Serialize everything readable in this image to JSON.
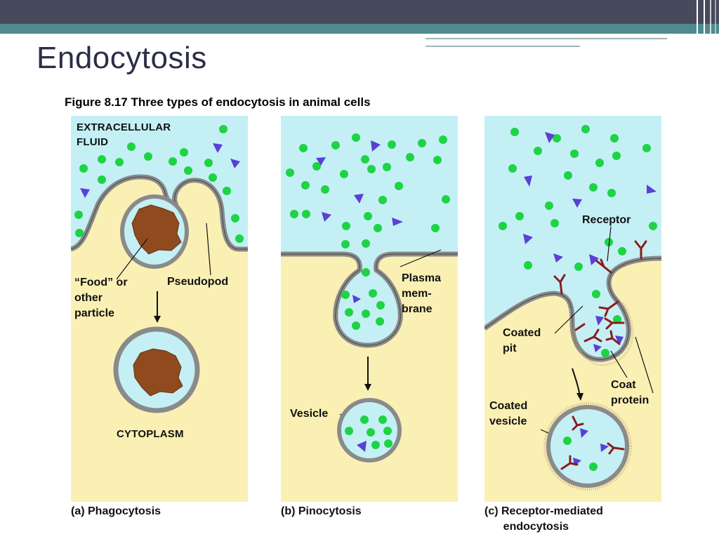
{
  "slide": {
    "title": "Endocytosis"
  },
  "figure": {
    "title": "Figure 8.17  Three types of endocytosis in animal cells",
    "panel_a": {
      "caption": "(a) Phagocytosis",
      "extracellular_label_1": "EXTRACELLULAR",
      "extracellular_label_2": "FLUID",
      "food_label": "“Food” or\nother\nparticle",
      "pseudopod_label": "Pseudopod",
      "cytoplasm_label": "CYTOPLASM"
    },
    "panel_b": {
      "caption": "(b) Pinocytosis",
      "membrane_label": "Plasma\nmem-\nbrane",
      "vesicle_label": "Vesicle"
    },
    "panel_c": {
      "caption": "(c) Receptor-mediated\n      endocytosis",
      "receptor_label": "Receptor",
      "coated_pit_label": "Coated\npit",
      "coat_protein_label": "Coat\nprotein",
      "coated_vesicle_label": "Coated\nvesicle"
    },
    "colors": {
      "extracellular": "#c4f0f5",
      "cytoplasm": "#fbf0b4",
      "membrane": "#8a8a8a",
      "molecule_dot": "#1ed344",
      "ligand_triangle": "#5a3fd8",
      "receptor": "#8b1c1c",
      "food": "#8f4a1e"
    }
  }
}
